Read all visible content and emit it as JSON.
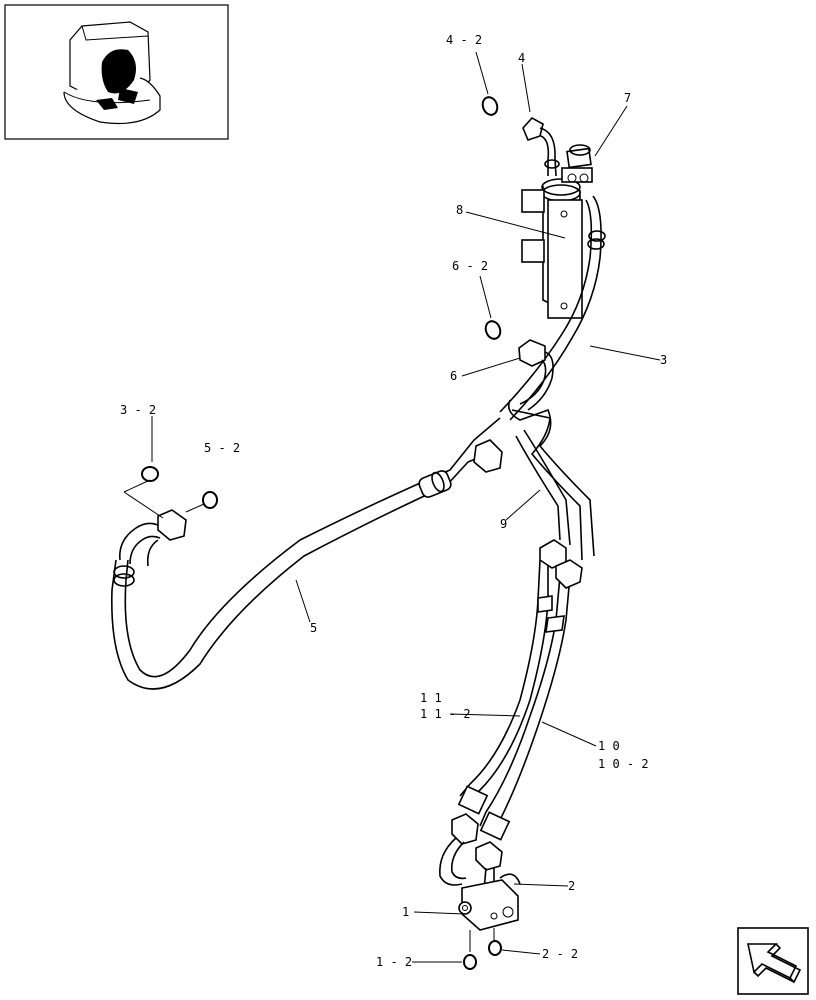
{
  "diagram": {
    "callouts": [
      {
        "id": "c-1",
        "text": "1"
      },
      {
        "id": "c-1-2",
        "text": "1 - 2"
      },
      {
        "id": "c-2",
        "text": "2"
      },
      {
        "id": "c-2-2",
        "text": "2 - 2"
      },
      {
        "id": "c-3",
        "text": "3"
      },
      {
        "id": "c-3-2",
        "text": "3 - 2"
      },
      {
        "id": "c-4",
        "text": "4"
      },
      {
        "id": "c-4-2",
        "text": "4 - 2"
      },
      {
        "id": "c-5",
        "text": "5"
      },
      {
        "id": "c-5-2",
        "text": "5 - 2"
      },
      {
        "id": "c-6",
        "text": "6"
      },
      {
        "id": "c-6-2",
        "text": "6 - 2"
      },
      {
        "id": "c-7",
        "text": "7"
      },
      {
        "id": "c-8",
        "text": "8"
      },
      {
        "id": "c-9",
        "text": "9"
      },
      {
        "id": "c-10",
        "text": "1 0"
      },
      {
        "id": "c-10-2",
        "text": "1 0 - 2"
      },
      {
        "id": "c-11",
        "text": "1 1"
      },
      {
        "id": "c-11-2",
        "text": "1 1 - 2"
      }
    ]
  },
  "icons": {
    "thumbnail": "machine-cab-thumbnail-icon",
    "nav": "next-page-arrow-icon"
  }
}
